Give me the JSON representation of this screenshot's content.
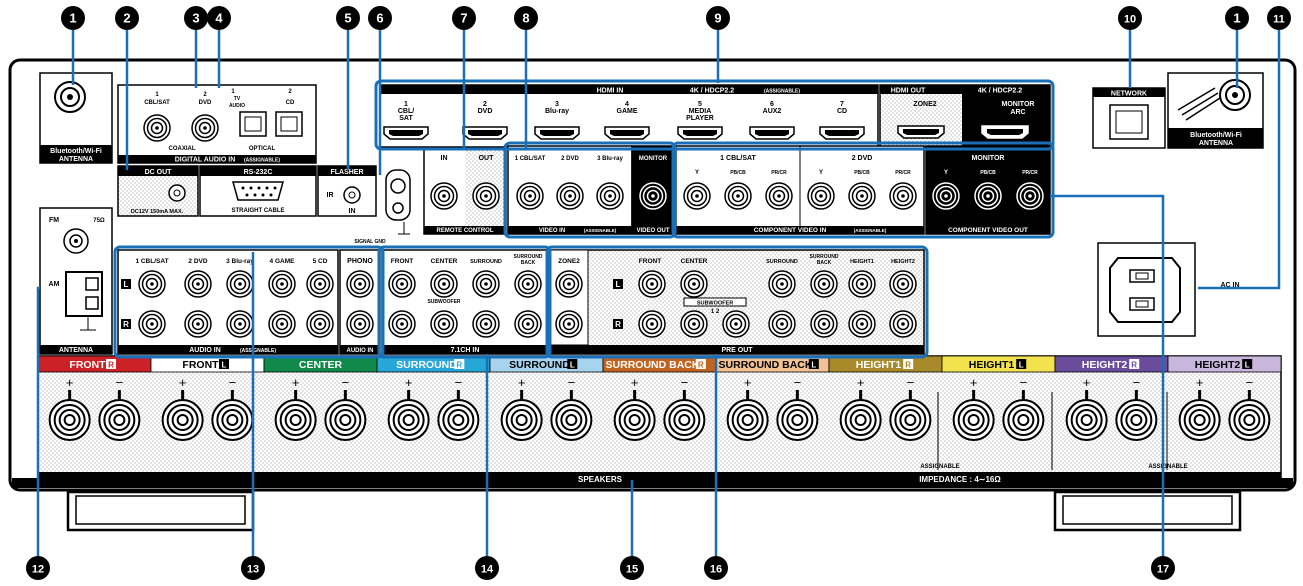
{
  "callouts": [
    "1",
    "2",
    "3",
    "4",
    "5",
    "6",
    "7",
    "8",
    "9",
    "10",
    "1",
    "11",
    "12",
    "13",
    "14",
    "15",
    "16",
    "17"
  ],
  "antenna_bt": {
    "line1": "Bluetooth/Wi-Fi",
    "line2": "ANTENNA"
  },
  "digital_audio": {
    "coax1": "1",
    "coax1_name": "CBL/SAT",
    "coax2": "2",
    "coax2_name": "DVD",
    "opt1": "1",
    "opt1_name": "TV",
    "opt1_name2": "AUDIO",
    "opt2": "2",
    "opt2_name": "CD",
    "coaxial": "COAXIAL",
    "optical": "OPTICAL",
    "title": "DIGITAL AUDIO IN",
    "assign": "(ASSIGNABLE)"
  },
  "dc_out": {
    "title": "DC OUT",
    "spec": "DC12V 150mA MAX."
  },
  "rs232c": {
    "title": "RS-232C",
    "cable": "STRAIGHT CABLE"
  },
  "flasher": {
    "title": "FLASHER",
    "ir": "IR",
    "in": "IN"
  },
  "signal_gnd": "SIGNAL GND",
  "remote": {
    "in": "IN",
    "out": "OUT",
    "title": "REMOTE CONTROL"
  },
  "hdmi": {
    "in_title": "HDMI IN",
    "spec": "4K / HDCP2.2",
    "assign": "(ASSIGNABLE)",
    "ports": [
      {
        "num": "1",
        "name": "CBL/",
        "name2": "SAT"
      },
      {
        "num": "2",
        "name": "DVD",
        "name2": ""
      },
      {
        "num": "3",
        "name": "Blu-ray",
        "name2": ""
      },
      {
        "num": "4",
        "name": "GAME",
        "name2": ""
      },
      {
        "num": "5",
        "name": "MEDIA",
        "name2": "PLAYER"
      },
      {
        "num": "6",
        "name": "AUX2",
        "name2": ""
      },
      {
        "num": "7",
        "name": "CD",
        "name2": ""
      }
    ],
    "out_title": "HDMI OUT",
    "out_spec": "4K / HDCP2.2",
    "zone2": "ZONE2",
    "monitor": "MONITOR",
    "arc": "ARC"
  },
  "network": "NETWORK",
  "video_in": {
    "labels": [
      "1 CBL/SAT",
      "2 DVD",
      "3 Blu-ray"
    ],
    "title": "VIDEO IN",
    "assign": "(ASSIGNABLE)"
  },
  "video_out": {
    "monitor": "MONITOR",
    "title": "VIDEO OUT"
  },
  "component": {
    "group1": "1 CBL/SAT",
    "group2": "2 DVD",
    "y": "Y",
    "pb": "PB/CB",
    "pr": "PR/CR",
    "title": "COMPONENT VIDEO IN",
    "assign": "(ASSIGNABLE)",
    "mon_title": "MONITOR",
    "out_title": "COMPONENT VIDEO OUT"
  },
  "ac_in": "AC IN",
  "antenna": {
    "fm": "FM",
    "ohm": "75Ω",
    "am": "AM",
    "title": "ANTENNA"
  },
  "audio_in": {
    "labels": [
      "1 CBL/SAT",
      "2 DVD",
      "3 Blu-ray",
      "4 GAME",
      "5 CD"
    ],
    "title": "AUDIO IN",
    "assign": "(ASSIGNABLE)",
    "phono": "PHONO",
    "phono_title": "AUDIO IN"
  },
  "ch71": {
    "labels": [
      "FRONT",
      "CENTER",
      "SURROUND",
      "SURROUND",
      "BACK"
    ],
    "sub": "SUBWOOFER",
    "title": "7.1CH IN"
  },
  "pre_out": {
    "zone2": "ZONE2",
    "front": "FRONT",
    "center": "CENTER",
    "surround": "SURROUND",
    "sb1": "SURROUND",
    "sb2": "BACK",
    "h1": "HEIGHT1",
    "h2": "HEIGHT2",
    "sub": "SUBWOOFER",
    "sub_nums": "1  2",
    "title": "PRE OUT"
  },
  "lr": {
    "l": "L",
    "r": "R"
  },
  "speakers": {
    "channels": [
      {
        "label": "FRONT",
        "side": "R",
        "color": "#cc2127",
        "text_color": "#ffffff"
      },
      {
        "label": "FRONT",
        "side": "L",
        "color": "#ffffff",
        "text_color": "#000000"
      },
      {
        "label": "CENTER",
        "side": "",
        "color": "#0f8a4a",
        "text_color": "#ffffff"
      },
      {
        "label": "SURROUND",
        "side": "R",
        "color": "#26a7d8",
        "text_color": "#ffffff"
      },
      {
        "label": "SURROUND",
        "side": "L",
        "color": "#a6d4ee",
        "text_color": "#000000"
      },
      {
        "label": "SURROUND BACK",
        "side": "R",
        "color": "#c2641f",
        "text_color": "#ffffff"
      },
      {
        "label": "SURROUND BACK",
        "side": "L",
        "color": "#f2c194",
        "text_color": "#000000"
      },
      {
        "label": "HEIGHT1",
        "side": "R",
        "color": "#a88a2b",
        "text_color": "#ffffff"
      },
      {
        "label": "HEIGHT1",
        "side": "L",
        "color": "#f2e24d",
        "text_color": "#000000"
      },
      {
        "label": "HEIGHT2",
        "side": "R",
        "color": "#6b4c9c",
        "text_color": "#ffffff"
      },
      {
        "label": "HEIGHT2",
        "side": "L",
        "color": "#c8b6dc",
        "text_color": "#000000"
      }
    ],
    "plus": "+",
    "minus": "−",
    "assign1": "ASSIGNABLE",
    "assign2": "ASSIGNABLE",
    "title": "SPEAKERS",
    "impedance": "IMPEDANCE : 4∼16Ω"
  },
  "colors": {
    "callout": "#1a70b8",
    "panel": "#000000"
  }
}
